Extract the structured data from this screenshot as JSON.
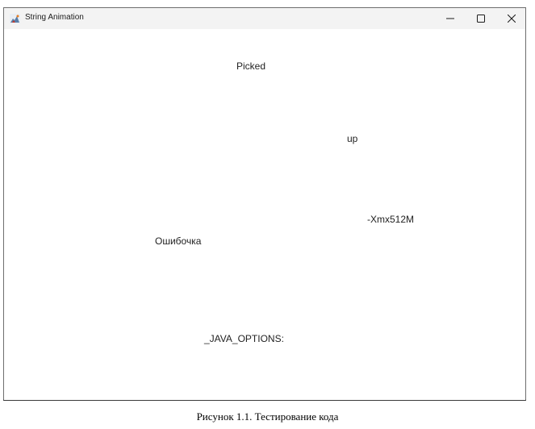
{
  "window": {
    "title": "String Animation",
    "icon": "java-app-icon",
    "controls": {
      "minimize": "minimize-icon",
      "maximize": "maximize-icon",
      "close": "close-icon"
    }
  },
  "canvas": {
    "strings": [
      {
        "text": "Picked"
      },
      {
        "text": "up"
      },
      {
        "text": "-Xmx512M"
      },
      {
        "text": "Ошибочка"
      },
      {
        "text": "_JAVA_OPTIONS:"
      }
    ]
  },
  "caption": "Рисунок 1.1. Тестирование кода"
}
